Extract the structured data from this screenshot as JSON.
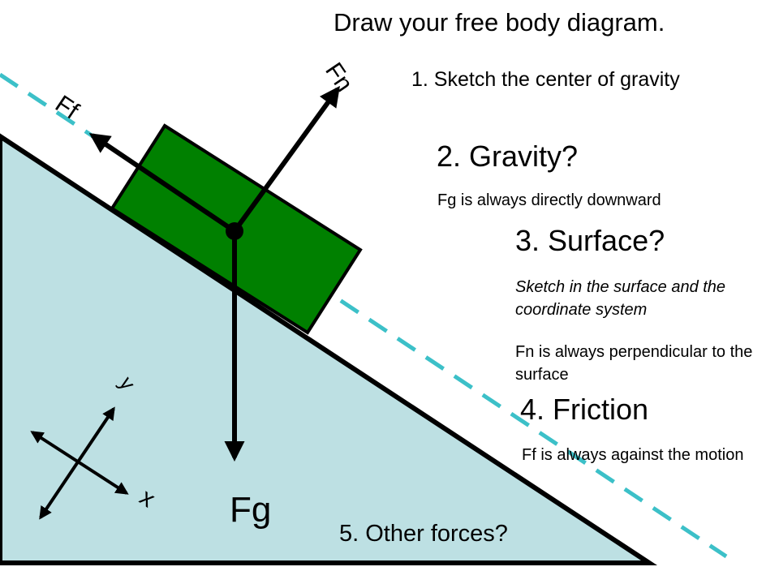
{
  "title": "Draw your free body diagram.",
  "steps": {
    "step1": "1. Sketch the center of gravity",
    "step2": "2. Gravity?",
    "step2_note": "Fg is always directly downward",
    "step3": "3. Surface?",
    "step3_note_italic": "Sketch in the surface and the coordinate system",
    "step3_note": "Fn is always perpendicular to the surface",
    "step4": "4.  Friction",
    "step4_note": "Ff is always against the motion",
    "step5": "5. Other forces?"
  },
  "forces": {
    "fn": "Fn",
    "ff": "Ff",
    "fg": "Fg"
  },
  "axes": {
    "y": "y",
    "x": "x"
  },
  "colors": {
    "incline_fill": "#bde0e3",
    "block_fill": "#008000",
    "surface_dash": "#3cc0c8",
    "ink": "#000000"
  }
}
